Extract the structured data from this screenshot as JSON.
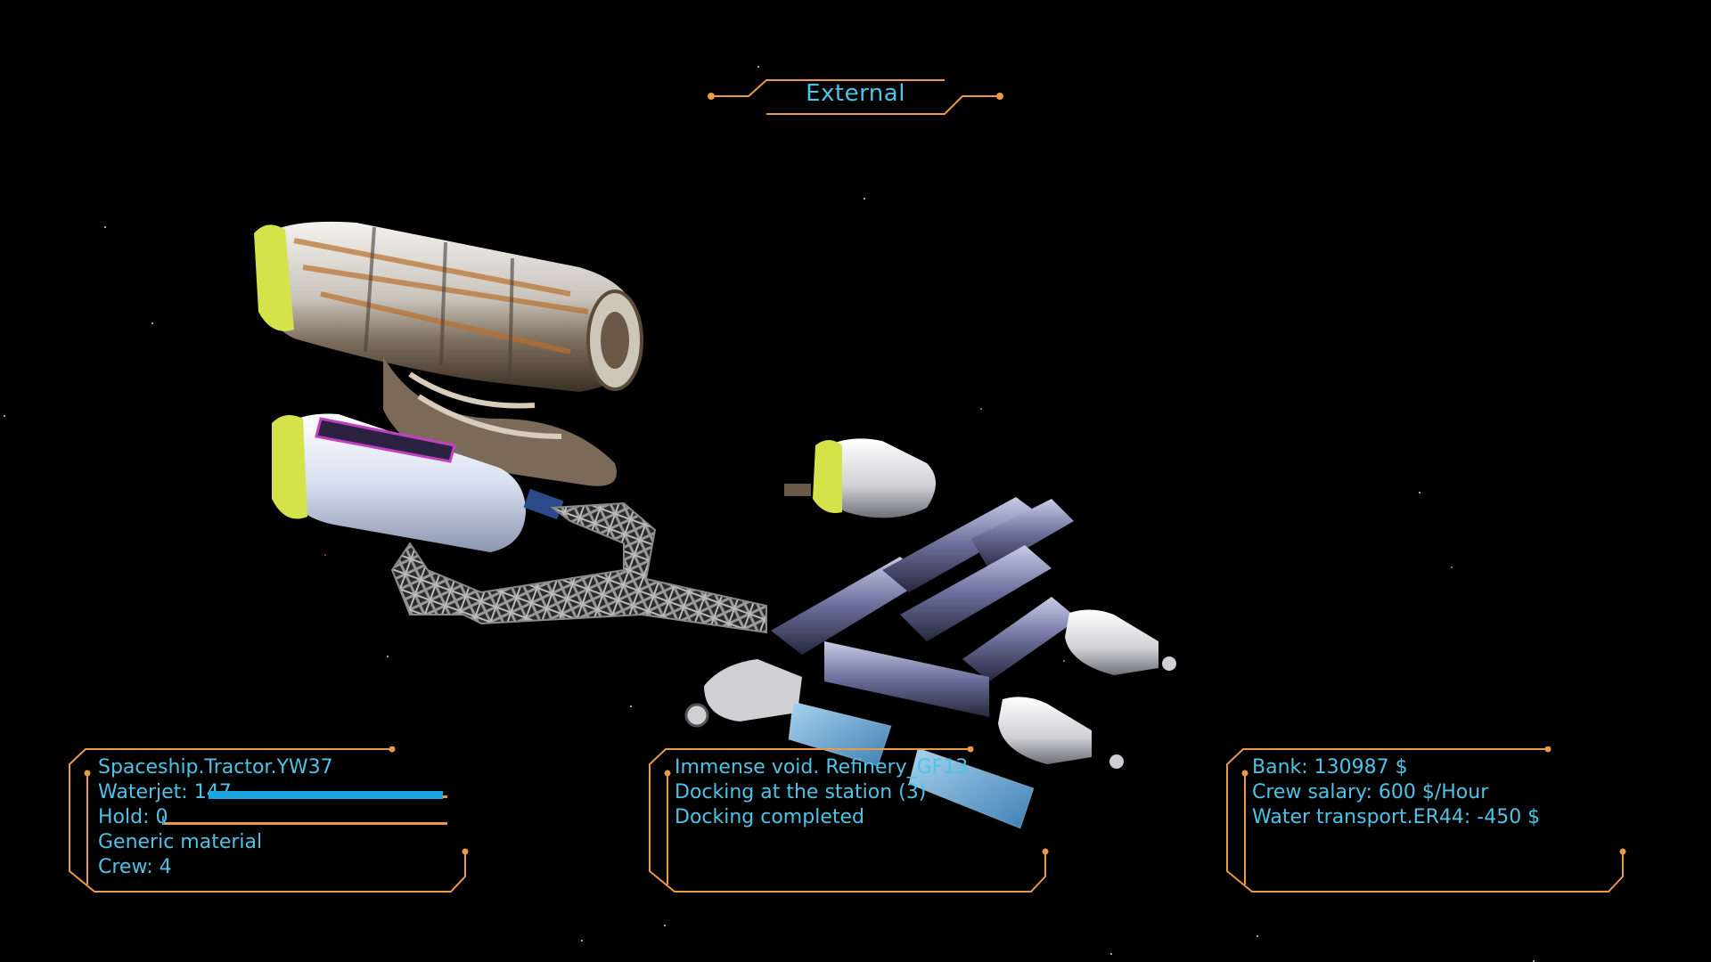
{
  "hud": {
    "view_title": "External",
    "ship_panel": {
      "ship_name": "Spaceship.Tractor.YW37",
      "waterjet_label": "Waterjet: 147",
      "waterjet_level": 0.98,
      "hold_label": "Hold: 0",
      "hold_level": 0.0,
      "cargo": "Generic material",
      "crew": "Crew: 4"
    },
    "log_panel": {
      "lines": [
        "Immense void. Refinery_GF13",
        "Docking at the station (3)",
        "Docking completed"
      ]
    },
    "finance_panel": {
      "bank": "Bank: 130987 $",
      "crew_salary": "Crew salary: 600 $/Hour",
      "transport": "Water transport.ER44: -450 $"
    }
  },
  "colors": {
    "hud_text": "#4ec3e6",
    "hud_frame": "#e79a4a",
    "bar_fill": "#1ea6e0",
    "background": "#000000"
  }
}
